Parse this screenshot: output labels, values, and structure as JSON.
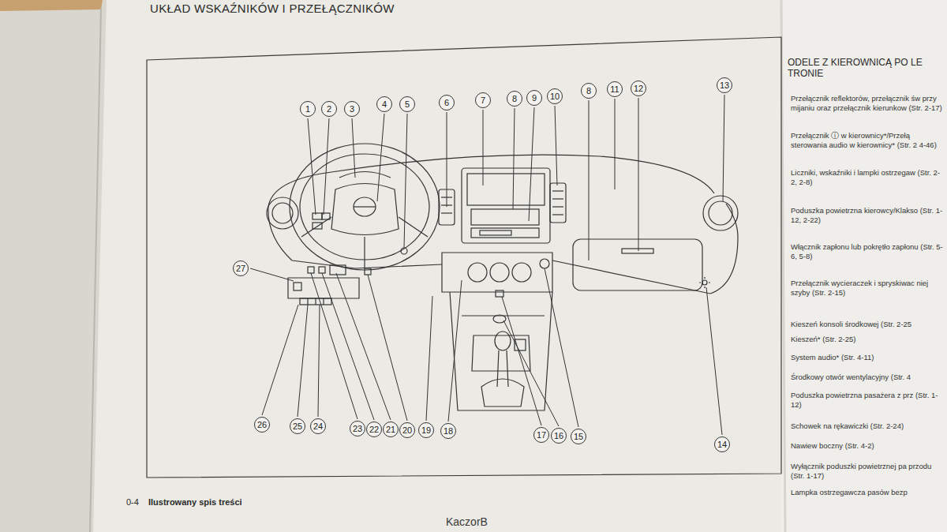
{
  "diagram": {
    "title": "UKŁAD WSKAŹNIKÓW I PRZEŁĄCZNIKÓW",
    "labels": [
      "1",
      "2",
      "3",
      "4",
      "5",
      "6",
      "7",
      "8",
      "9",
      "10",
      "8",
      "11",
      "12",
      "13",
      "27",
      "26",
      "25",
      "24",
      "23",
      "22",
      "21",
      "20",
      "19",
      "18",
      "17",
      "16",
      "15",
      "14",
      "ODELE Z KIEROWNICĄ PO LE TRONIE",
      "Przełącznik reflektorów, przełącznik św przy mijaniu oraz przełącznik kierunkow (Str. 2-17)",
      "Przełącznik ⓘ w kierownicy*/Przełą sterowania audio w kierownicy* (Str. 2 4-46)",
      "Liczniki, wskaźniki i lampki ostrzegaw (Str. 2-2, 2-8)",
      "Poduszka powietrzna kierowcy/Klakso (Str. 1-12, 2-22)",
      "Włącznik zapłonu lub pokrętło zapłonu (Str. 5-6, 5-8)",
      "Przełącznik wycieraczek i spryskiwac niej szyby (Str. 2-15)",
      "Kieszeń konsoli środkowej (Str. 2-25",
      "Kieszeń* (Str. 2-25)",
      "System audio* (Str. 4-11)",
      "Środkowy otwór wentylacyjny (Str. 4",
      "Poduszka powietrzna pasażera z prz (Str. 1-12)",
      "Schowek na rękawiczki (Str. 2-24)",
      "Nawiew boczny (Str. 4-2)",
      "Wyłącznik poduszki powietrznej pa przodu (Str. 1-17)",
      "Lampka ostrzegawcza pasów bezp",
      "0-4",
      "Ilustrowany spis treści",
      "KaczorB"
    ]
  }
}
